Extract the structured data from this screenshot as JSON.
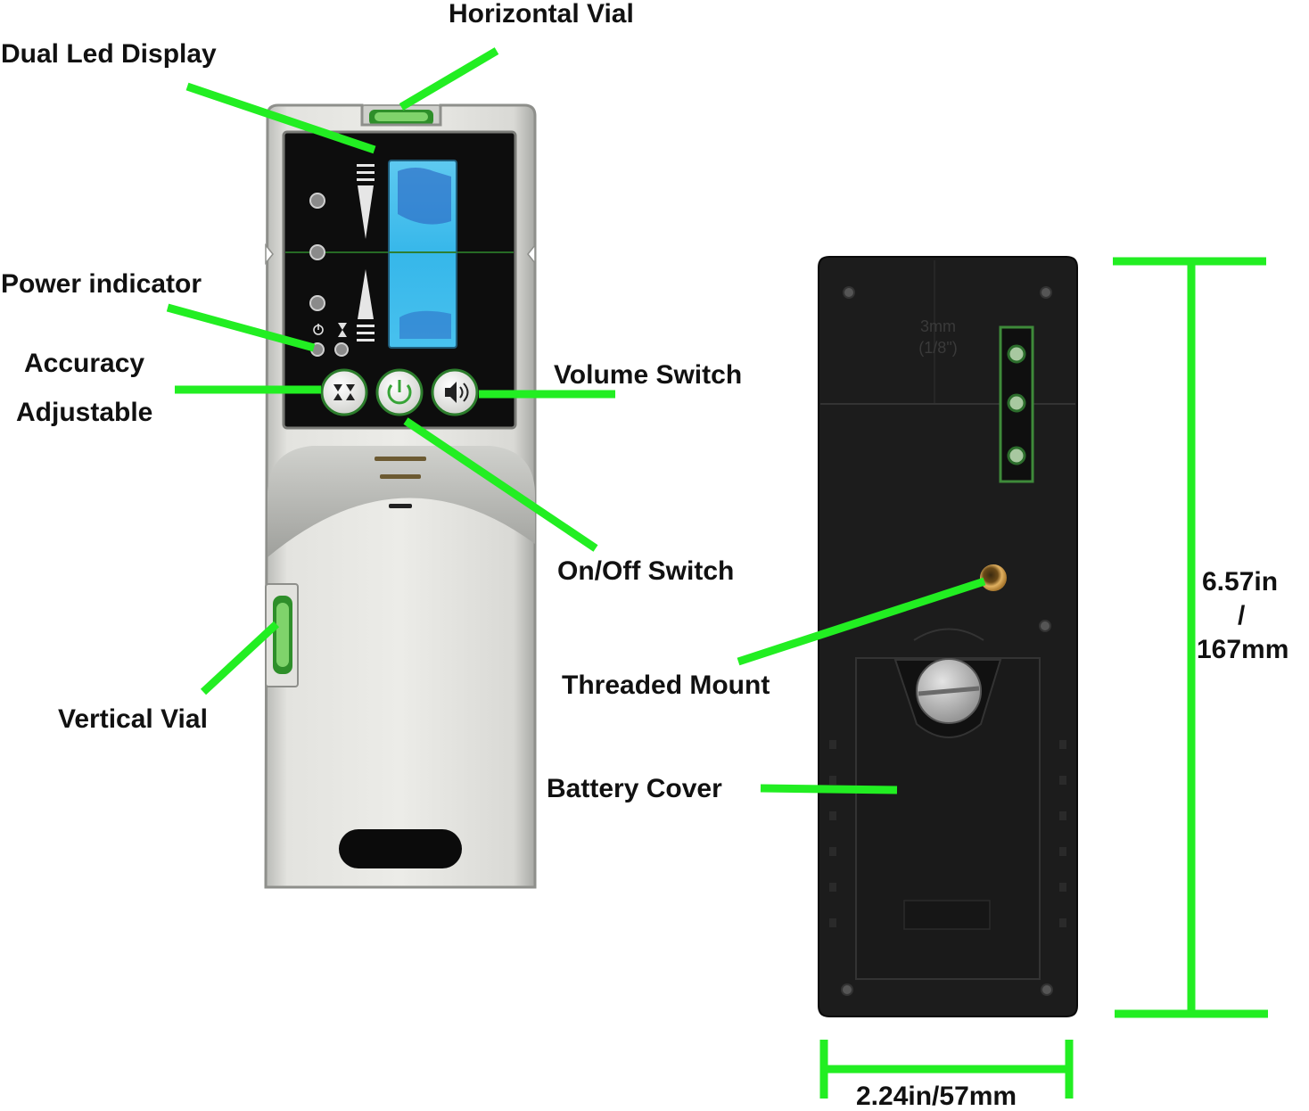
{
  "labels": {
    "horizontal_vial": "Horizontal Vial",
    "dual_led_display": "Dual Led Display",
    "power_indicator": "Power indicator",
    "accuracy_line1": "Accuracy",
    "accuracy_line2": "Adjustable",
    "volume_switch": "Volume Switch",
    "on_off_switch": "On/Off Switch",
    "vertical_vial": "Vertical Vial",
    "threaded_mount": "Threaded Mount",
    "battery_cover": "Battery Cover"
  },
  "dimensions": {
    "height_in": "6.57in",
    "height_sep": "/",
    "height_mm": "167mm",
    "width": "2.24in/57mm"
  },
  "back_marking": {
    "line1": "3mm",
    "line2": "(1/8\")"
  },
  "colors": {
    "callout_green": "#22ee22",
    "front_body": "#dcdcd8",
    "back_body": "#1c1c1c",
    "display_blue": "#2fb0ea"
  }
}
